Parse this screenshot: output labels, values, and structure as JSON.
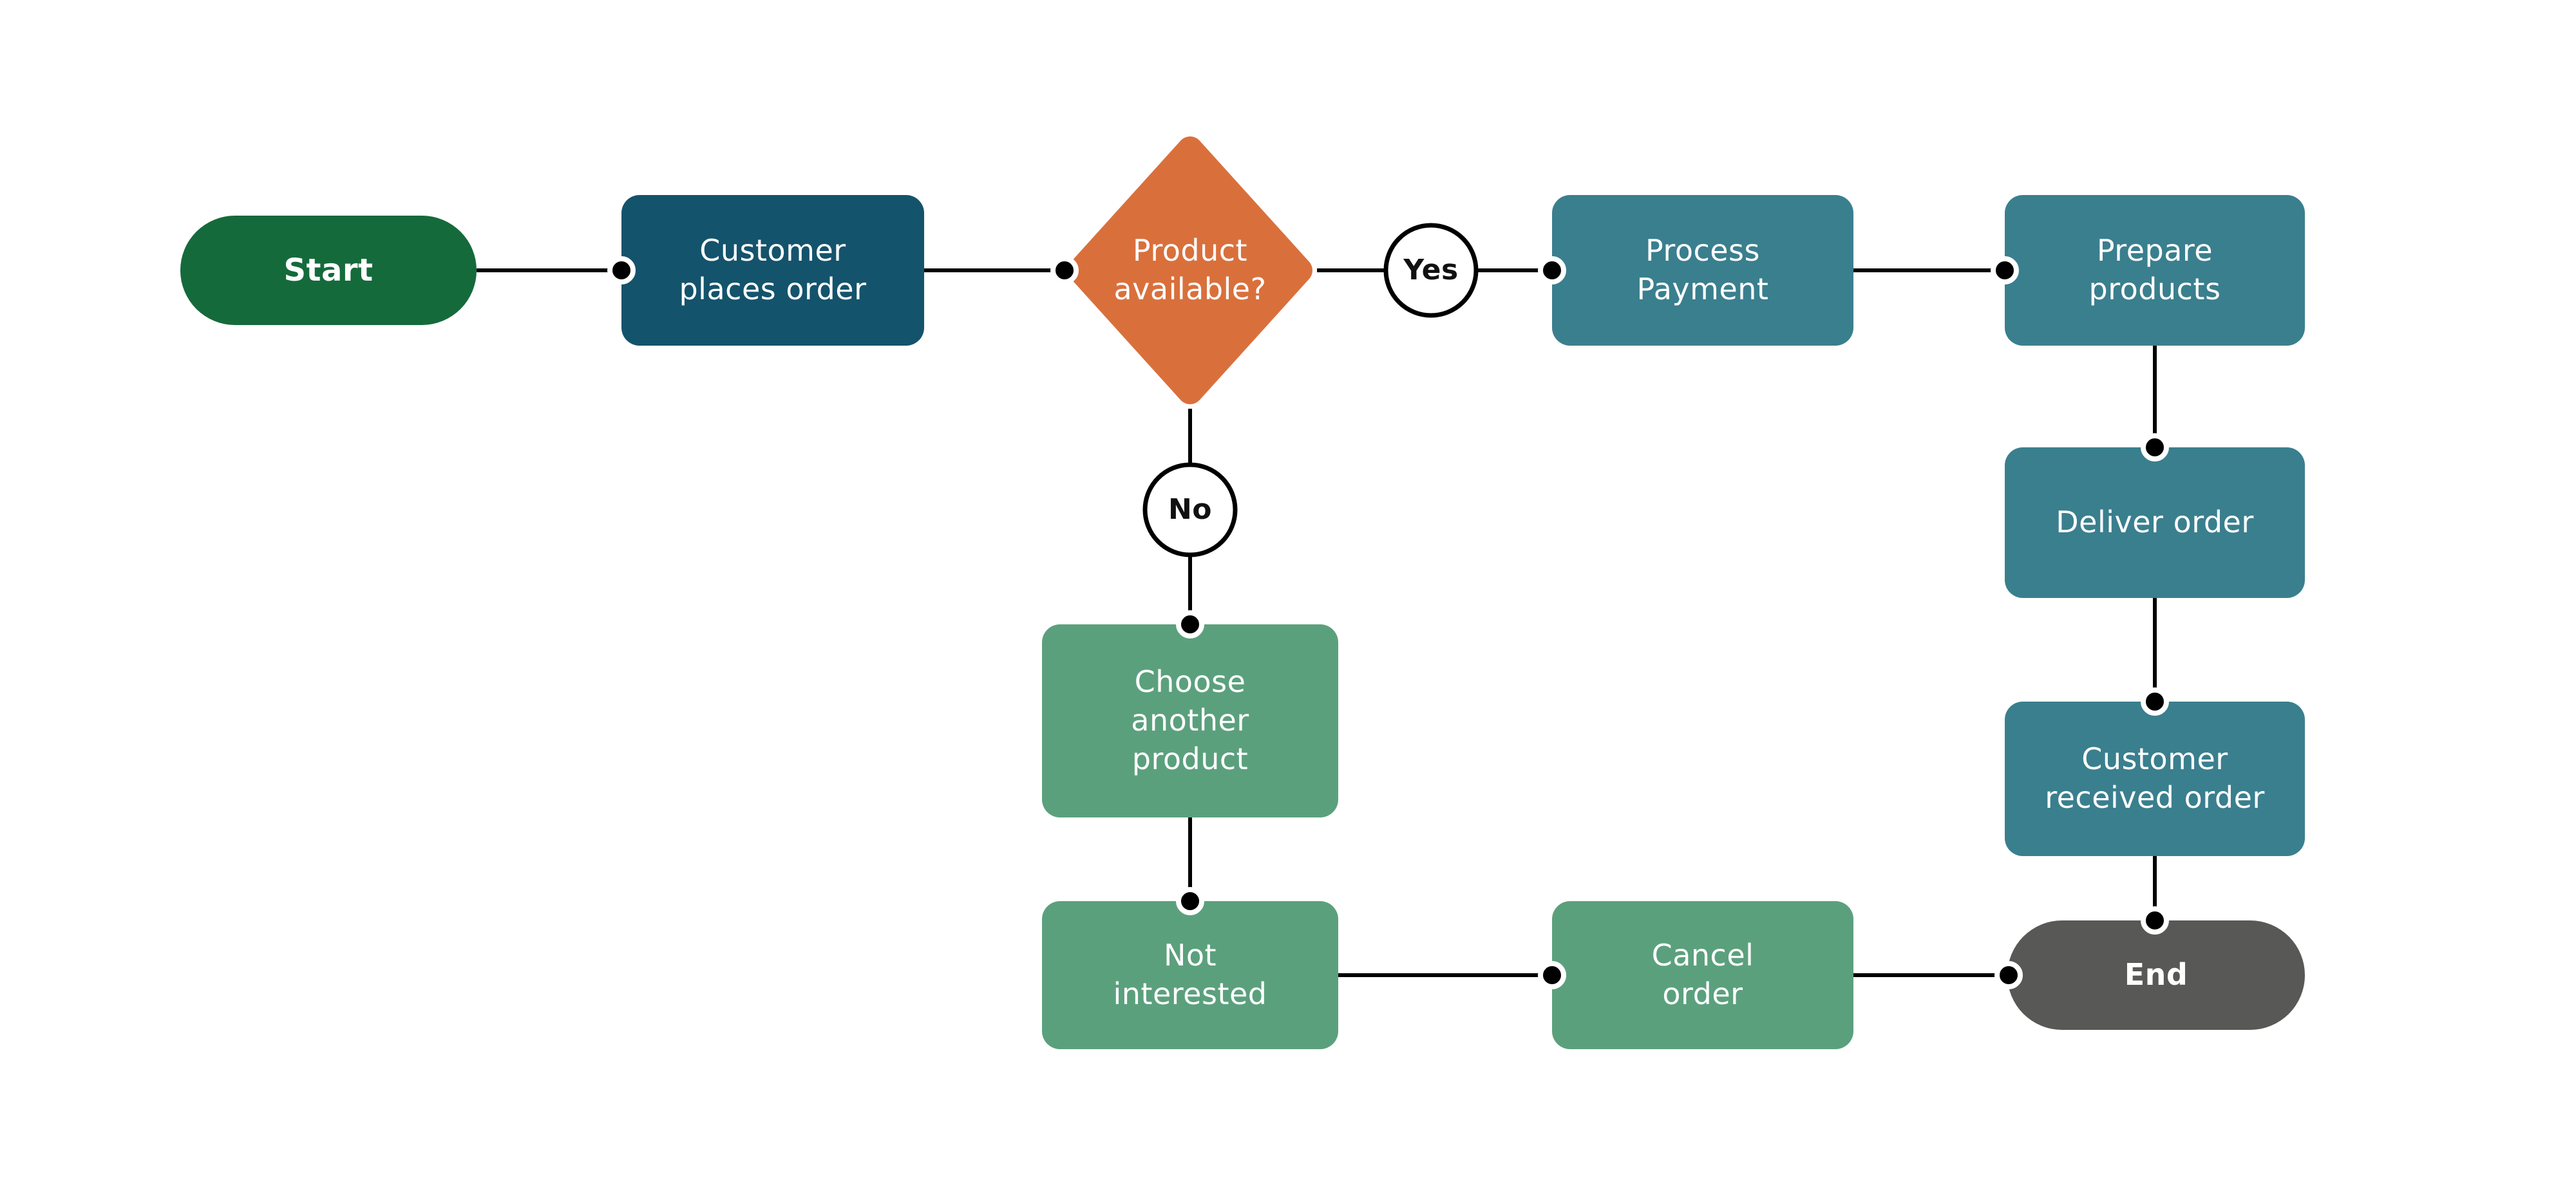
{
  "diagram": {
    "background": "#ffffff",
    "colors": {
      "start_fill": "#156A3B",
      "order_fill": "#14536C",
      "decision_fill": "#D9703C",
      "process_fill": "#3A7F8E",
      "alt_fill": "#5BA07D",
      "end_fill": "#585856",
      "connector": "#000000",
      "badge_fill": "#ffffff",
      "badge_stroke": "#000000"
    },
    "nodes": {
      "start": {
        "label": "Start"
      },
      "customer_places_order": {
        "label": "Customer\nplaces order"
      },
      "product_available": {
        "label": "Product\navailable?"
      },
      "yes_badge": {
        "label": "Yes"
      },
      "no_badge": {
        "label": "No"
      },
      "process_payment": {
        "label": "Process\nPayment"
      },
      "prepare_products": {
        "label": "Prepare\nproducts"
      },
      "deliver_order": {
        "label": "Deliver order"
      },
      "customer_received_order": {
        "label": "Customer\nreceived order"
      },
      "choose_another_product": {
        "label": "Choose\nanother\nproduct"
      },
      "not_interested": {
        "label": "Not\ninterested"
      },
      "cancel_order": {
        "label": "Cancel\norder"
      },
      "end": {
        "label": "End"
      }
    },
    "edges": [
      {
        "from": "start",
        "to": "customer_places_order"
      },
      {
        "from": "customer_places_order",
        "to": "product_available"
      },
      {
        "from": "product_available",
        "to": "yes_badge"
      },
      {
        "from": "yes_badge",
        "to": "process_payment"
      },
      {
        "from": "process_payment",
        "to": "prepare_products"
      },
      {
        "from": "prepare_products",
        "to": "deliver_order"
      },
      {
        "from": "deliver_order",
        "to": "customer_received_order"
      },
      {
        "from": "customer_received_order",
        "to": "end"
      },
      {
        "from": "product_available",
        "to": "no_badge"
      },
      {
        "from": "no_badge",
        "to": "choose_another_product"
      },
      {
        "from": "choose_another_product",
        "to": "not_interested"
      },
      {
        "from": "not_interested",
        "to": "cancel_order"
      },
      {
        "from": "cancel_order",
        "to": "end"
      }
    ]
  }
}
